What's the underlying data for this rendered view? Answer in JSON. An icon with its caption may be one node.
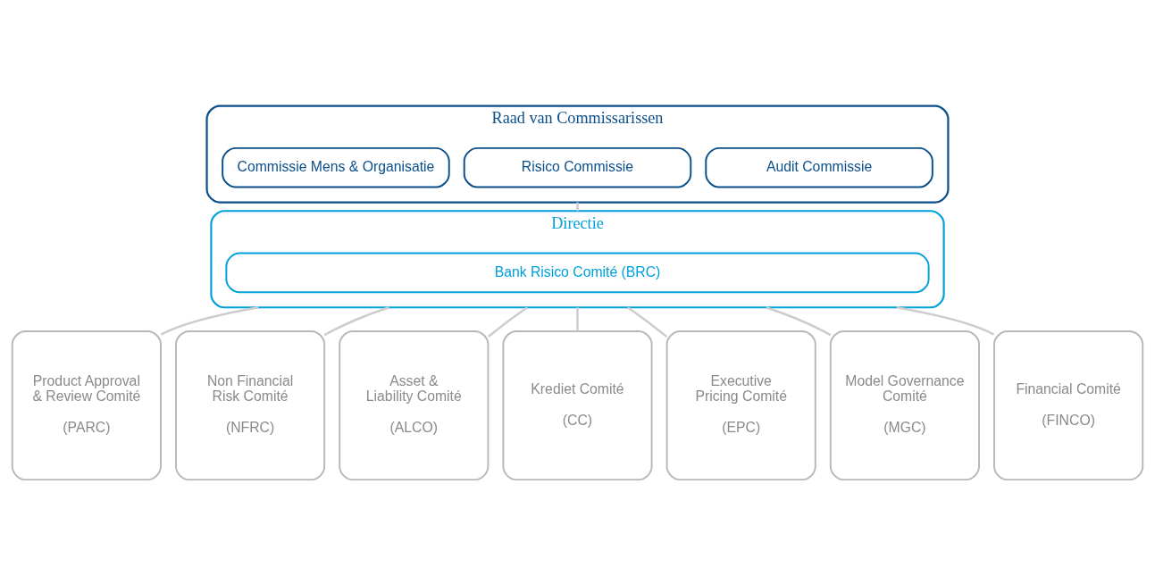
{
  "diagram": {
    "nodes": [
      {
        "text": [
          "Raad van Commissarissen"
        ]
      },
      {
        "text": [
          "Audit Commissie"
        ],
        "in": 0
      },
      {
        "text": [
          "Risico Commissie"
        ],
        "in": 0
      },
      {
        "text": [
          "Commissie Mens & Organisatie"
        ],
        "in": 0
      },
      {
        "text": [
          "Directie"
        ]
      },
      {
        "text": [
          "Bank Risico Comité (BRC)"
        ],
        "in": 4
      },
      {
        "text": [
          "Product Approval & Review Comité",
          "(PARC)"
        ]
      },
      {
        "text": [
          "Non Financial Risk Comité",
          "(NFRC)"
        ]
      },
      {
        "text": [
          "Asset & Liability Comité",
          "(ALCO)"
        ]
      },
      {
        "text": [
          "Krediet Comité",
          "(CC)"
        ]
      },
      {
        "text": [
          "Executive Pricing Comité",
          "(EPC)"
        ]
      },
      {
        "text": [
          "Model Governance Comité",
          "(MGC)"
        ]
      },
      {
        "text": [
          "Financial Comité",
          "(FINCO)"
        ]
      }
    ],
    "edges": [
      {
        "from": 0,
        "to": 4,
        "arrow": "none"
      },
      {
        "from": 4,
        "to": 6,
        "arrow": "none"
      },
      {
        "from": 4,
        "to": 7,
        "arrow": "none"
      },
      {
        "from": 4,
        "to": 8,
        "arrow": "none"
      },
      {
        "from": 4,
        "to": 9,
        "arrow": "none"
      },
      {
        "from": 4,
        "to": 10,
        "arrow": "none"
      },
      {
        "from": 4,
        "to": 11,
        "arrow": "none"
      },
      {
        "from": 4,
        "to": 12,
        "arrow": "none"
      }
    ]
  }
}
